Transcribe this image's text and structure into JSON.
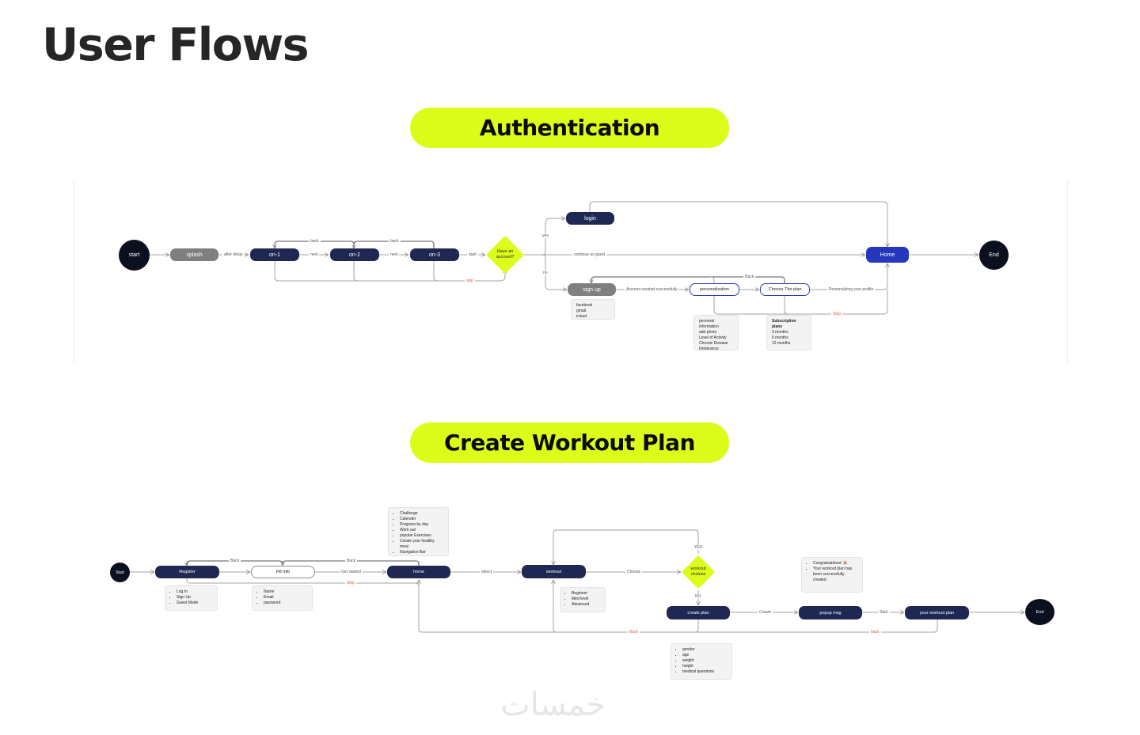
{
  "page": {
    "title": "User Flows"
  },
  "colors": {
    "accent": "#dcfd1a",
    "node_dark": "#1f2753",
    "node_blue": "#2437bd",
    "terminal": "#0b1020",
    "skip_red": "#e8573c",
    "line": "#9a9a9a"
  },
  "auth": {
    "heading": "Authentication",
    "nodes": {
      "start": "start",
      "splash": "splash",
      "on1": "on-1",
      "on2": "on-2",
      "on3": "on-3",
      "decision": "Have an\naccount?",
      "login": "login",
      "signup": "sign up",
      "personalization": "personalization",
      "choose_plan": "Choose The plan",
      "home": "Home",
      "end": "End"
    },
    "edges": {
      "after_delay": "after delay",
      "next1": "next",
      "next2": "next",
      "start": "start",
      "back1": "back",
      "back2": "back",
      "skip": "skip",
      "yes": "yes",
      "no": "no",
      "guest": "continue as guest",
      "account_created": "Account created successfully",
      "back3": "Back",
      "personalizing": "Personalizing your profile",
      "skip2": "Skip"
    },
    "notes": {
      "signup": [
        "facebook",
        "gmail",
        "icloud"
      ],
      "personalization": [
        "personal information",
        "add photo",
        "Level of Activity",
        "Chronic Disease",
        "Intolerance"
      ],
      "plan_title": "Subscription plans",
      "plan": [
        "3 months",
        "6 months",
        "12 months"
      ]
    }
  },
  "workout": {
    "heading": "Create Workout Plan",
    "nodes": {
      "start": "Start",
      "register": "Register",
      "fill_info": "Fill Info",
      "home": "home",
      "workout": "workout",
      "decision": "workout\nchoices",
      "create_plan": "create plan",
      "popup": "popup msg",
      "your_plan": "your workout plan",
      "end": "End"
    },
    "edges": {
      "back1": "Back",
      "back2": "Back",
      "skip": "Skip",
      "get_started": "Get started",
      "select": "select",
      "choose": "Choose",
      "yes": "YES",
      "no": "NO",
      "create": "Create",
      "start": "Start",
      "back3": "Back",
      "back4": "back"
    },
    "notes": {
      "register": [
        "Log In",
        "Sign Up",
        "Guest Mode"
      ],
      "fill_info": [
        "Name",
        "Email",
        "password"
      ],
      "home": [
        "Challenge",
        "Calender",
        "Progress by day",
        "Work out",
        "popular Exercises",
        "Create your healthy meal",
        "Navigation Bar"
      ],
      "workout": [
        "Beginner",
        "Med level",
        "Advanced"
      ],
      "popup": [
        "Congratulations! 🎉",
        "Your workout plan has been successfully created"
      ],
      "create_plan": [
        "gender",
        "age",
        "weight",
        "height",
        "medical questions"
      ]
    }
  },
  "watermark": "خمسات"
}
